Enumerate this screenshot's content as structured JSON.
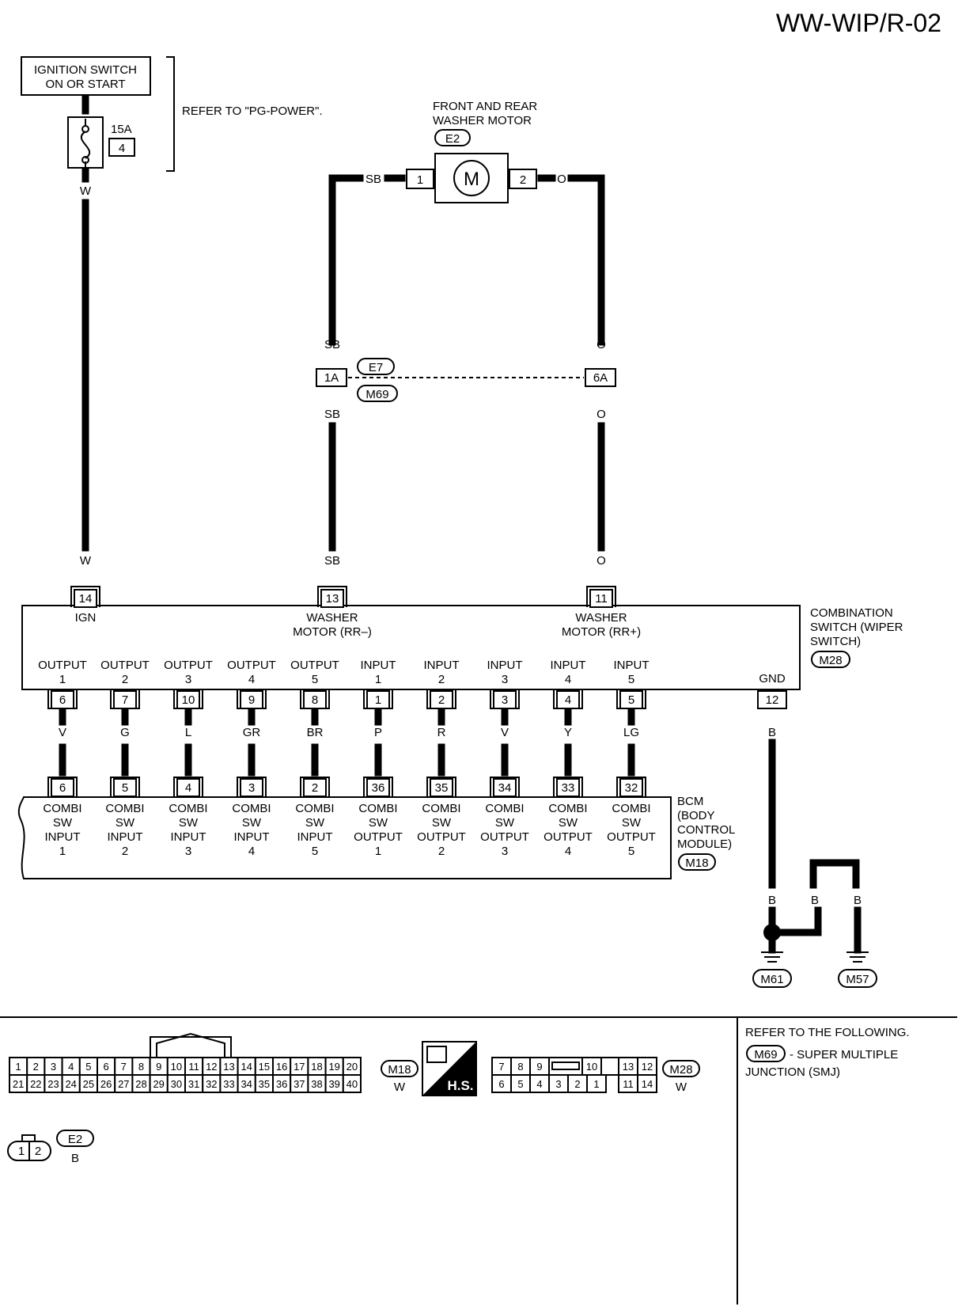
{
  "title": "WW-WIP/R-02",
  "ignition": {
    "line1": "IGNITION SWITCH",
    "line2": "ON OR START",
    "fuse_amp": "15A",
    "fuse_no": "4",
    "wire": "W",
    "refer": "REFER TO \"PG-POWER\"."
  },
  "washer_motor": {
    "line1": "FRONT AND REAR",
    "line2": "WASHER MOTOR",
    "connector": "E2",
    "pin1": "1",
    "pin2": "2",
    "symbol": "M",
    "wire1": "SB",
    "wire2": "O"
  },
  "junction": {
    "pin_a": "1A",
    "pin_b": "6A",
    "conn_top": "E7",
    "conn_bottom": "M69",
    "wire_a": "SB",
    "wire_b": "O"
  },
  "combination_switch": {
    "label_lines": [
      "COMBINATION",
      "SWITCH (WIPER",
      "SWITCH)"
    ],
    "connector": "M28",
    "top_pins": [
      {
        "pin": "14",
        "wire": "W",
        "label1": "IGN",
        "label2": ""
      },
      {
        "pin": "13",
        "wire": "SB",
        "label1": "WASHER",
        "label2": "MOTOR (RR–)"
      },
      {
        "pin": "11",
        "wire": "O",
        "label1": "WASHER",
        "label2": "MOTOR (RR+)"
      }
    ],
    "bottom_pins": [
      {
        "label1": "OUTPUT",
        "label2": "1",
        "pin": "6",
        "wire": "V"
      },
      {
        "label1": "OUTPUT",
        "label2": "2",
        "pin": "7",
        "wire": "G"
      },
      {
        "label1": "OUTPUT",
        "label2": "3",
        "pin": "10",
        "wire": "L"
      },
      {
        "label1": "OUTPUT",
        "label2": "4",
        "pin": "9",
        "wire": "GR"
      },
      {
        "label1": "OUTPUT",
        "label2": "5",
        "pin": "8",
        "wire": "BR"
      },
      {
        "label1": "INPUT",
        "label2": "1",
        "pin": "1",
        "wire": "P"
      },
      {
        "label1": "INPUT",
        "label2": "2",
        "pin": "2",
        "wire": "R"
      },
      {
        "label1": "INPUT",
        "label2": "3",
        "pin": "3",
        "wire": "V"
      },
      {
        "label1": "INPUT",
        "label2": "4",
        "pin": "4",
        "wire": "Y"
      },
      {
        "label1": "INPUT",
        "label2": "5",
        "pin": "5",
        "wire": "LG"
      }
    ],
    "gnd": {
      "label": "GND",
      "pin": "12",
      "wire": "B"
    }
  },
  "bcm": {
    "label_lines": [
      "BCM",
      "(BODY",
      "CONTROL",
      "MODULE)"
    ],
    "connector": "M18",
    "pins": [
      {
        "pin": "6",
        "l1": "COMBI",
        "l2": "SW",
        "l3": "INPUT",
        "l4": "1"
      },
      {
        "pin": "5",
        "l1": "COMBI",
        "l2": "SW",
        "l3": "INPUT",
        "l4": "2"
      },
      {
        "pin": "4",
        "l1": "COMBI",
        "l2": "SW",
        "l3": "INPUT",
        "l4": "3"
      },
      {
        "pin": "3",
        "l1": "COMBI",
        "l2": "SW",
        "l3": "INPUT",
        "l4": "4"
      },
      {
        "pin": "2",
        "l1": "COMBI",
        "l2": "SW",
        "l3": "INPUT",
        "l4": "5"
      },
      {
        "pin": "36",
        "l1": "COMBI",
        "l2": "SW",
        "l3": "OUTPUT",
        "l4": "1"
      },
      {
        "pin": "35",
        "l1": "COMBI",
        "l2": "SW",
        "l3": "OUTPUT",
        "l4": "2"
      },
      {
        "pin": "34",
        "l1": "COMBI",
        "l2": "SW",
        "l3": "OUTPUT",
        "l4": "3"
      },
      {
        "pin": "33",
        "l1": "COMBI",
        "l2": "SW",
        "l3": "OUTPUT",
        "l4": "4"
      },
      {
        "pin": "32",
        "l1": "COMBI",
        "l2": "SW",
        "l3": "OUTPUT",
        "l4": "5"
      }
    ]
  },
  "ground": {
    "wire1": "B",
    "wire2": "B",
    "wire3": "B",
    "g1": "M61",
    "g2": "M57"
  },
  "bottom": {
    "m18_row1": [
      "1",
      "2",
      "3",
      "4",
      "5",
      "6",
      "7",
      "8",
      "9",
      "10",
      "11",
      "12",
      "13",
      "14",
      "15",
      "16",
      "17",
      "18",
      "19",
      "20"
    ],
    "m18_row2": [
      "21",
      "22",
      "23",
      "24",
      "25",
      "26",
      "27",
      "28",
      "29",
      "30",
      "31",
      "32",
      "33",
      "34",
      "35",
      "36",
      "37",
      "38",
      "39",
      "40"
    ],
    "m18_conn": "M18",
    "m18_color": "W",
    "hs": "H.S.",
    "m28_row1": [
      "7",
      "8",
      "9",
      "",
      "10",
      "",
      "13",
      "12"
    ],
    "m28_row2": [
      "6",
      "5",
      "4",
      "3",
      "2",
      "1",
      "11",
      "14"
    ],
    "m28_conn": "M28",
    "m28_color": "W",
    "e2_pins": [
      "1",
      "2"
    ],
    "e2_conn": "E2",
    "e2_color": "B",
    "refer_line1": "REFER TO THE FOLLOWING.",
    "refer_conn": "M69",
    "refer_line2": "- SUPER MULTIPLE",
    "refer_line3": "JUNCTION (SMJ)"
  }
}
